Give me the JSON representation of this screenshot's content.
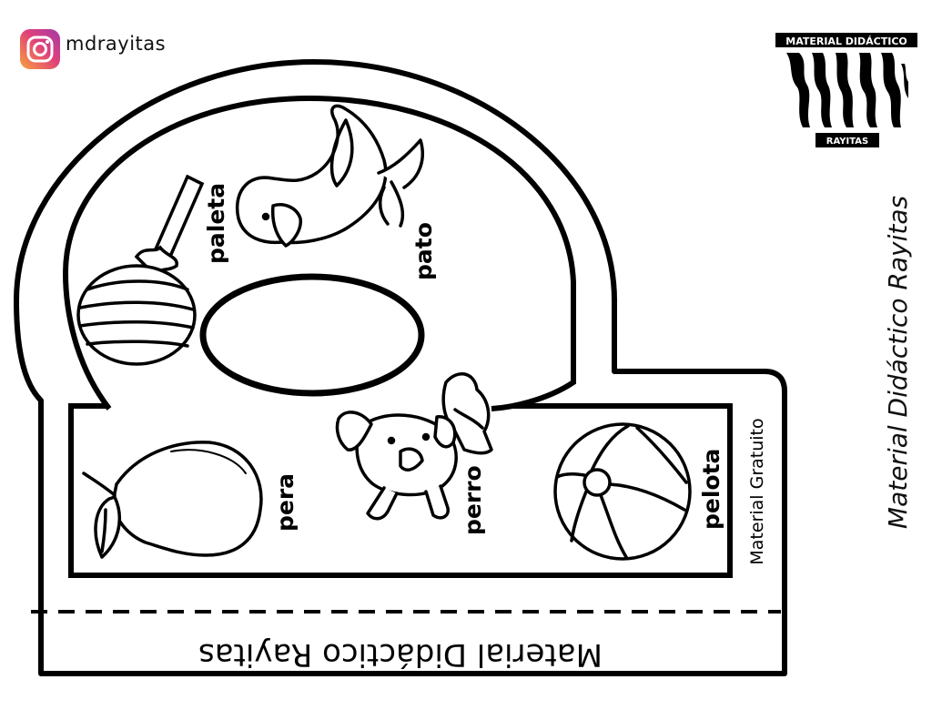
{
  "header": {
    "instagram_handle": "mdrayitas",
    "instagram_icon": "instagram-icon"
  },
  "logo": {
    "top_text": "MATERIAL DIDÁCTICO",
    "bottom_text": "RAYITAS",
    "icon": "zebra-stripes-logo"
  },
  "side_caption": "Material Didáctico Rayitas",
  "card": {
    "vertical_label": "Material Gratuito",
    "band_text": "Material Didáctico Rayitas",
    "words": [
      "paleta",
      "pato",
      "pera",
      "perro",
      "pelota"
    ],
    "pictures": [
      "lollipop-icon",
      "duck-icon",
      "pear-icon",
      "dog-icon",
      "ball-icon"
    ]
  },
  "colors": {
    "ink": "#000000",
    "paper": "#ffffff",
    "ig_gradient_start": "#f9a13a",
    "ig_gradient_end": "#c1358f"
  }
}
